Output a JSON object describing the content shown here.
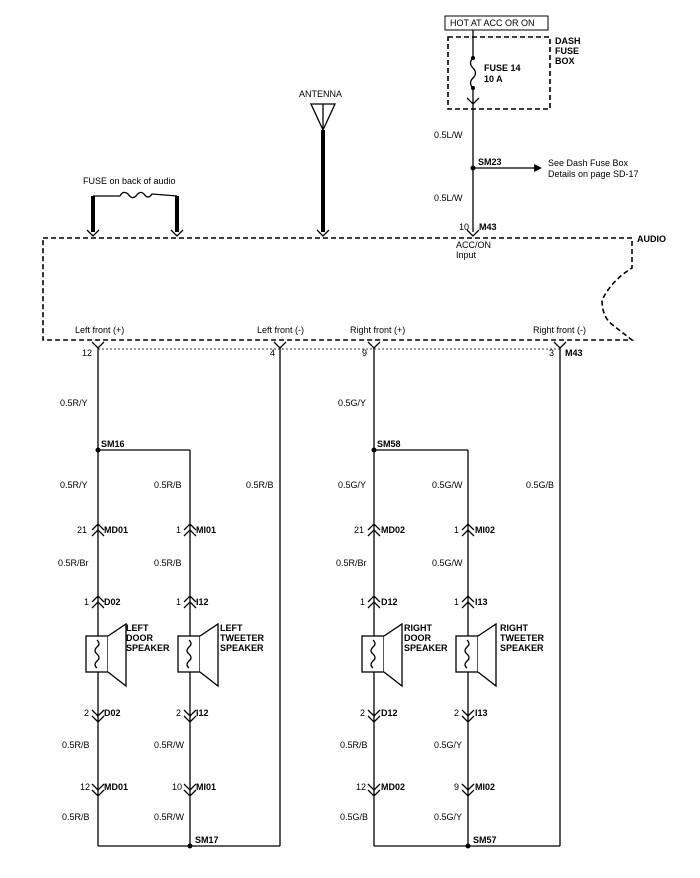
{
  "top": {
    "hot_label": "HOT AT ACC OR ON",
    "dash_fuse_box": [
      "DASH",
      "FUSE",
      "BOX"
    ],
    "fuse_name": "FUSE 14",
    "fuse_rating": "10 A",
    "wire_fuse_out": "0.5L/W",
    "splice_sm23": "SM23",
    "see_note": [
      "See Dash Fuse Box",
      "Details on page SD-17"
    ],
    "wire_to_audio": "0.5L/W",
    "audio_pin": "10",
    "audio_conn": "M43",
    "acc_label": [
      "ACC/ON",
      "Input"
    ],
    "antenna": "ANTENNA",
    "fuse_back": "FUSE on back of audio",
    "audio": "AUDIO"
  },
  "outputs": {
    "lf_plus": "Left front (+)",
    "lf_minus": "Left front (-)",
    "rf_plus": "Right front (+)",
    "rf_minus": "Right front (-)",
    "pin_12": "12",
    "pin_4": "4",
    "pin_9": "9",
    "pin_3": "3",
    "conn_m43": "M43"
  },
  "left": {
    "w_main": "0.5R/Y",
    "splice_top": "SM16",
    "w_door1": "0.5R/Y",
    "w_tw1": "0.5R/B",
    "w_return": "0.5R/B",
    "md01_pin_top": "21",
    "md01": "MD01",
    "mi01_pin_top": "1",
    "mi01": "MI01",
    "w_door2": "0.5R/Br",
    "w_tw2": "0.5R/B",
    "d02_pin1": "1",
    "d02": "D02",
    "i12_pin1": "1",
    "i12": "I12",
    "door_speaker": [
      "LEFT",
      "DOOR",
      "SPEAKER"
    ],
    "tweeter_speaker": [
      "LEFT",
      "TWEETER",
      "SPEAKER"
    ],
    "d02_pin2": "2",
    "d02b": "D02",
    "i12_pin2": "2",
    "i12b": "I12",
    "w_door3": "0.5R/B",
    "w_tw3": "0.5R/W",
    "md01_pin_bot": "12",
    "md01b": "MD01",
    "mi01_pin_bot": "10",
    "mi01b": "MI01",
    "w_door4": "0.5R/B",
    "w_tw4": "0.5R/W",
    "splice_bot": "SM17"
  },
  "right": {
    "w_main": "0.5G/Y",
    "splice_top": "SM58",
    "w_door1": "0.5G/Y",
    "w_tw1": "0.5G/W",
    "w_return": "0.5G/B",
    "md02_pin_top": "21",
    "md02": "MD02",
    "mi02_pin_top": "1",
    "mi02": "MI02",
    "w_door2": "0.5R/Br",
    "w_tw2": "0.5G/W",
    "d12_pin1": "1",
    "d12": "D12",
    "i13_pin1": "1",
    "i13": "I13",
    "door_speaker": [
      "RIGHT",
      "DOOR",
      "SPEAKER"
    ],
    "tweeter_speaker": [
      "RIGHT",
      "TWEETER",
      "SPEAKER"
    ],
    "d12_pin2": "2",
    "d12b": "D12",
    "i13_pin2": "2",
    "i13b": "I13",
    "w_door3": "0.5R/B",
    "w_tw3": "0.5G/Y",
    "md02_pin_bot": "12",
    "md02b": "MD02",
    "mi02_pin_bot": "9",
    "mi02b": "MI02",
    "w_door4": "0.5G/B",
    "w_tw4": "0.5G/Y",
    "splice_bot": "SM57"
  }
}
